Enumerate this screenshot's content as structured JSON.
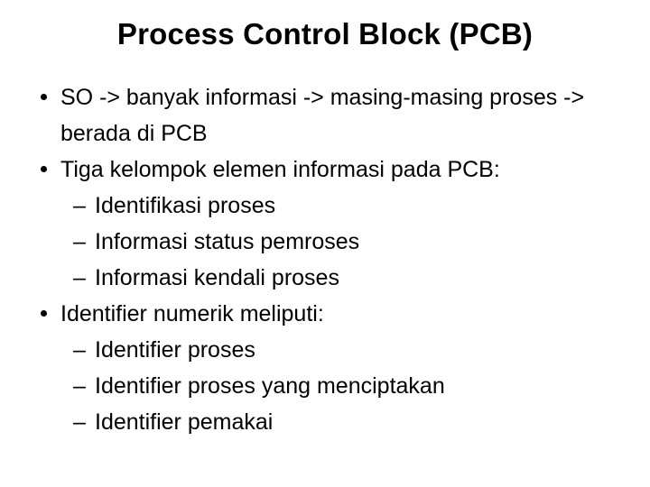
{
  "slide": {
    "title": "Process Control Block (PCB)",
    "background_color": "#ffffff",
    "text_color": "#000000",
    "bullet_glyph": "•",
    "dash_glyph": "–",
    "outline": [
      {
        "level": 1,
        "marker": "bullet",
        "text": "SO -> banyak informasi -> masing-masing proses -> berada di PCB"
      },
      {
        "level": 1,
        "marker": "bullet",
        "text": "Tiga kelompok elemen informasi pada PCB:"
      },
      {
        "level": 2,
        "marker": "dash",
        "text": "Identifikasi proses"
      },
      {
        "level": 2,
        "marker": "dash",
        "text": "Informasi status pemroses"
      },
      {
        "level": 2,
        "marker": "dash",
        "text": "Informasi kendali proses"
      },
      {
        "level": 1,
        "marker": "bullet",
        "text": "Identifier numerik meliputi:"
      },
      {
        "level": 2,
        "marker": "dash",
        "text": "Identifier proses"
      },
      {
        "level": 2,
        "marker": "dash",
        "text": "Identifier proses yang menciptakan"
      },
      {
        "level": 2,
        "marker": "dash",
        "text": "Identifier pemakai"
      }
    ]
  }
}
